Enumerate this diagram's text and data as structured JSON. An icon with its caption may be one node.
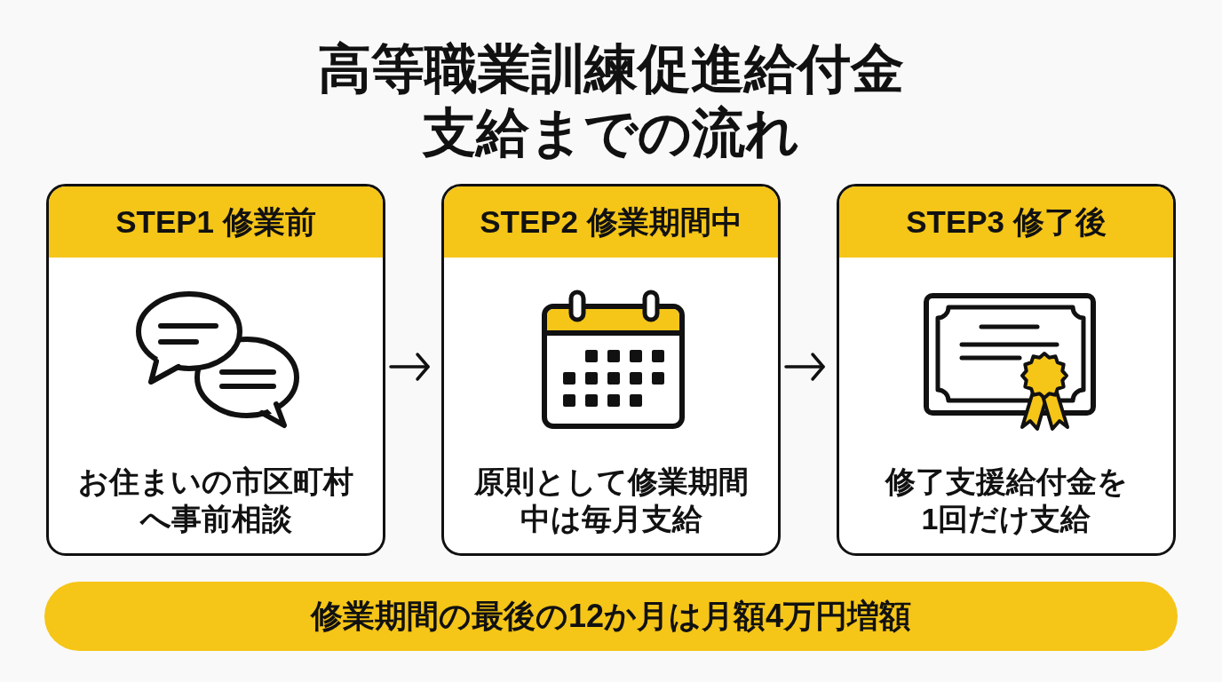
{
  "diagram": {
    "title": "高等職業訓練促進給付金支給までの流れ",
    "nodes": [
      {
        "text": [
          "STEP1 修業前",
          "お住まいの市区町村へ事前相談"
        ]
      },
      {
        "text": [
          "STEP2 修業期間中",
          "原則として修業期間中は毎月支給"
        ]
      },
      {
        "text": [
          "STEP3 修了後",
          "修了支援給付金を1回だけ支給"
        ]
      },
      {
        "text": [
          "修業期間の最後の12か月は月額4万円増額"
        ]
      }
    ],
    "edges": [
      {
        "from": 0,
        "to": 1,
        "arrow": "to"
      },
      {
        "from": 1,
        "to": 2,
        "arrow": "to"
      }
    ]
  }
}
